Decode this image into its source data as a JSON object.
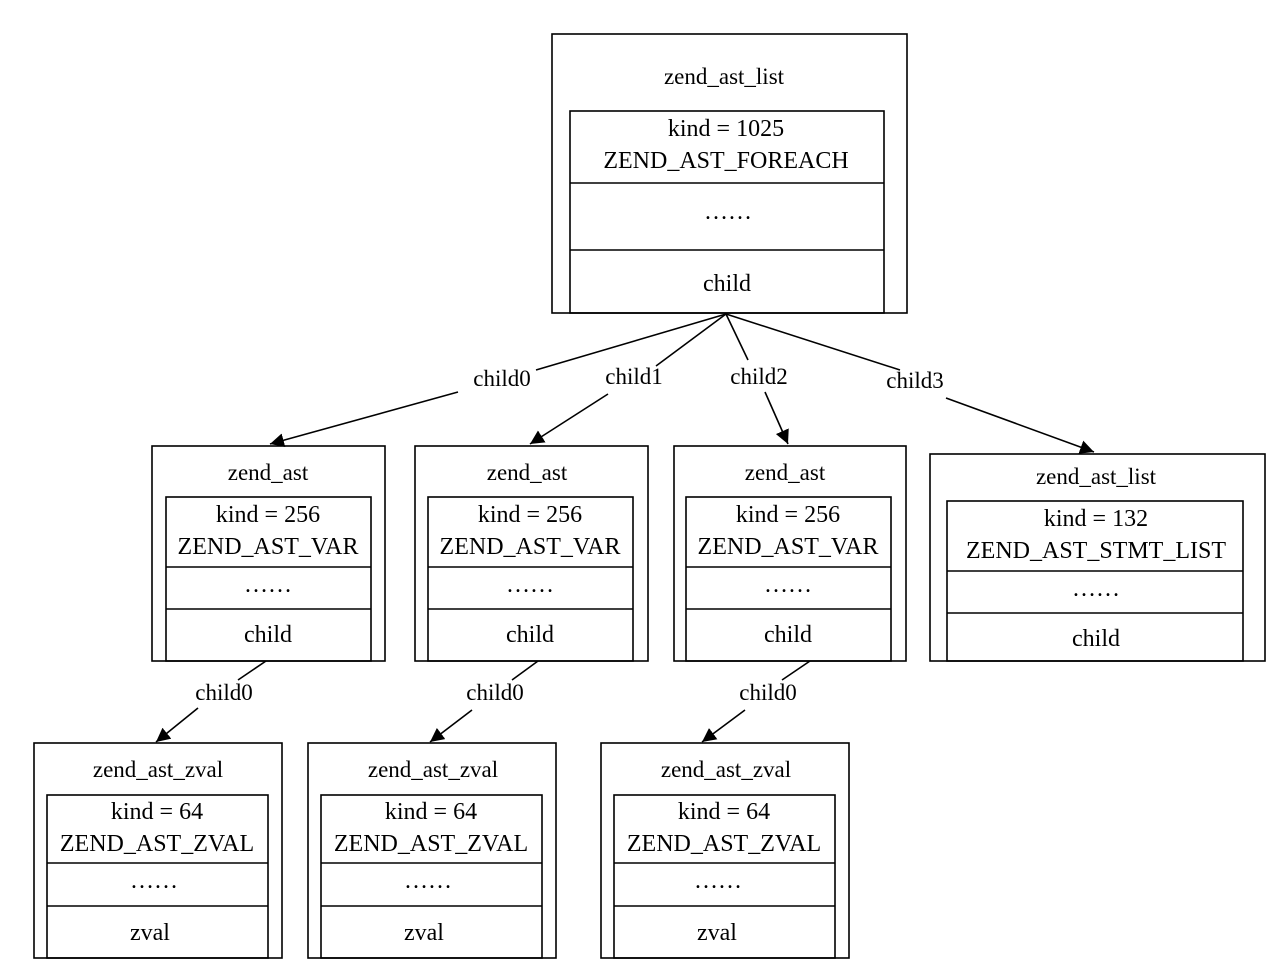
{
  "nodes": {
    "root": {
      "title": "zend_ast_list",
      "kind": "kind = 1025",
      "kind_name": "ZEND_AST_FOREACH",
      "dots": "……",
      "last": "child"
    },
    "var0": {
      "title": "zend_ast",
      "kind": "kind = 256",
      "kind_name": "ZEND_AST_VAR",
      "dots": "……",
      "last": "child"
    },
    "var1": {
      "title": "zend_ast",
      "kind": "kind = 256",
      "kind_name": "ZEND_AST_VAR",
      "dots": "……",
      "last": "child"
    },
    "var2": {
      "title": "zend_ast",
      "kind": "kind = 256",
      "kind_name": "ZEND_AST_VAR",
      "dots": "……",
      "last": "child"
    },
    "list3": {
      "title": "zend_ast_list",
      "kind": "kind = 132",
      "kind_name": "ZEND_AST_STMT_LIST",
      "dots": "……",
      "last": "child"
    },
    "zval0": {
      "title": "zend_ast_zval",
      "kind": "kind = 64",
      "kind_name": "ZEND_AST_ZVAL",
      "dots": "……",
      "last": "zval"
    },
    "zval1": {
      "title": "zend_ast_zval",
      "kind": "kind = 64",
      "kind_name": "ZEND_AST_ZVAL",
      "dots": "……",
      "last": "zval"
    },
    "zval2": {
      "title": "zend_ast_zval",
      "kind": "kind = 64",
      "kind_name": "ZEND_AST_ZVAL",
      "dots": "……",
      "last": "zval"
    }
  },
  "edges": {
    "root_var0": "child0",
    "root_var1": "child1",
    "root_var2": "child2",
    "root_list3": "child3",
    "var0_zval0": "child0",
    "var1_zval1": "child0",
    "var2_zval2": "child0"
  }
}
